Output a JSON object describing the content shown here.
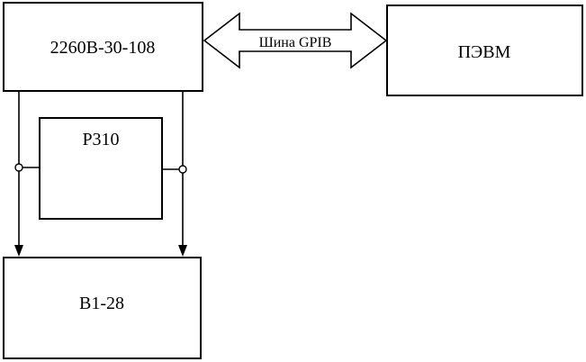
{
  "blocks": {
    "generator": "2260B-30-108",
    "pc": "ПЭВМ",
    "attenuator": "P310",
    "voltmeter": "B1-28"
  },
  "bus": {
    "label": "Шина GPIB"
  },
  "colors": {
    "stroke": "#000000",
    "background": "#ffffff"
  }
}
